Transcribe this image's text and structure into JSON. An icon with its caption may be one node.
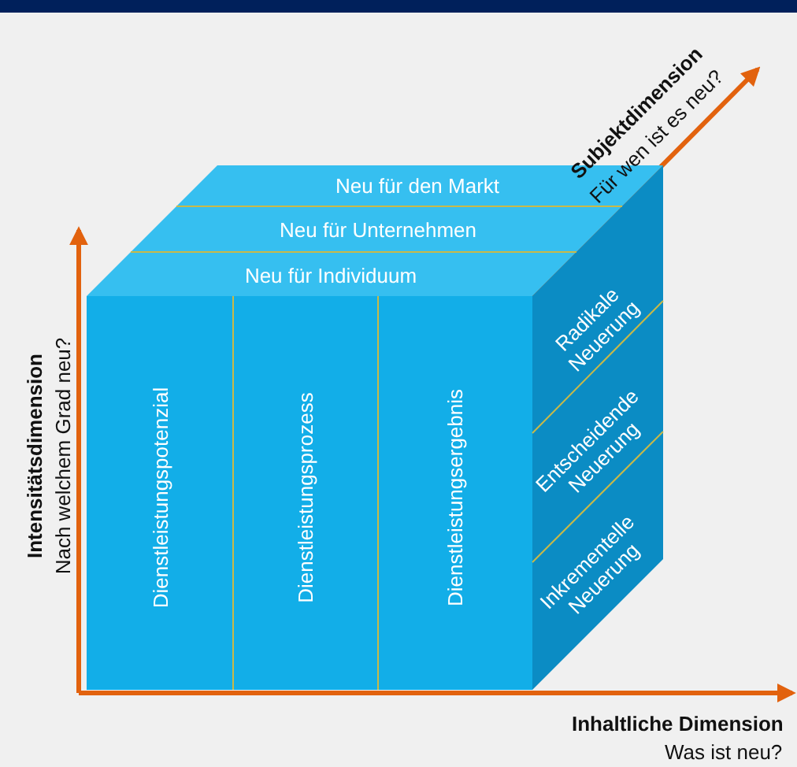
{
  "diagram": {
    "nodes": [
      {
        "text": [
          "Neu für den Markt"
        ]
      },
      {
        "text": [
          "Neu für Unternehmen"
        ]
      },
      {
        "text": [
          "Neu für Individuum"
        ]
      },
      {
        "text": [
          "Dienstleistungspotenzial"
        ]
      },
      {
        "text": [
          "Dienstleistungsprozess"
        ]
      },
      {
        "text": [
          "Dienstleistungsergebnis"
        ]
      },
      {
        "text": [
          "Radikale Neuerung"
        ]
      },
      {
        "text": [
          "Entscheidende Neuerung"
        ]
      },
      {
        "text": [
          "Inkrementelle Neuerung"
        ]
      }
    ],
    "labels": [
      "Intensitätsdimension",
      "Nach welchem Grad neu?",
      "Subjektdimension",
      "Für wen ist es neu?",
      "Inhaltliche Dimension",
      "Was ist neu?"
    ]
  }
}
